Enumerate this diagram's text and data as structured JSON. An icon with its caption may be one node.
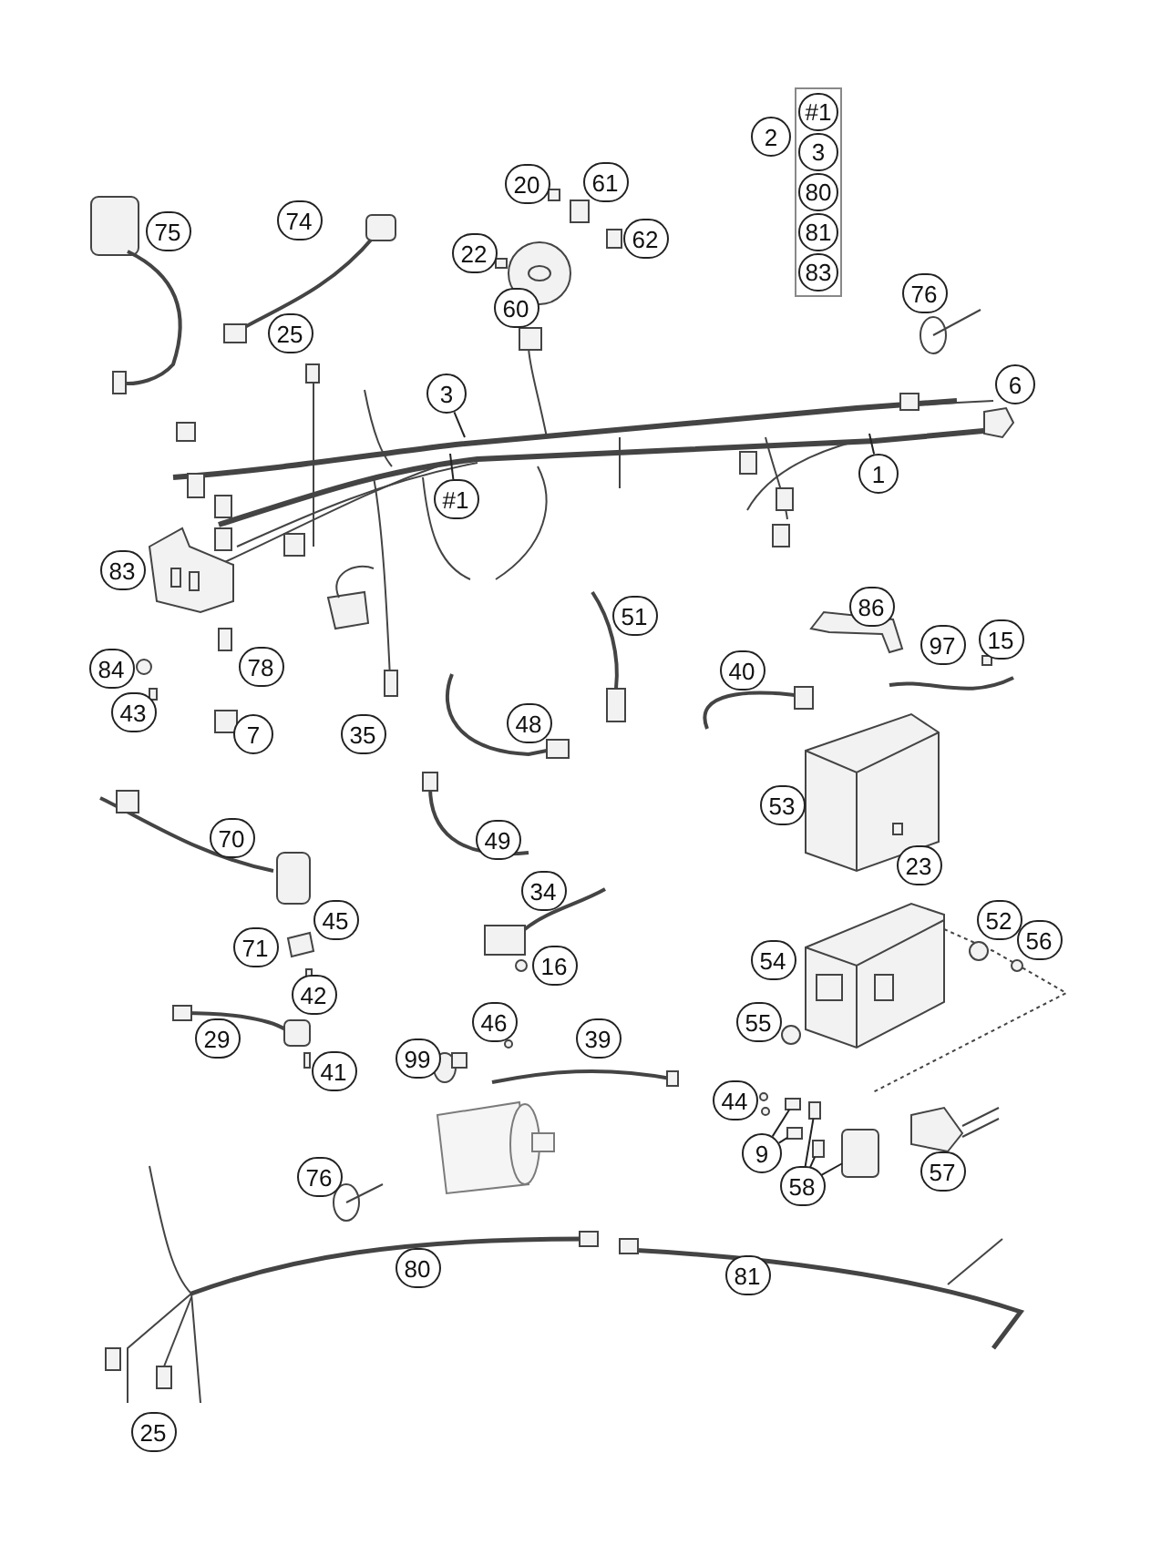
{
  "diagram": {
    "nodes": [
      {
        "text": [],
        "shape": "box"
      },
      {
        "text": [
          "#1"
        ],
        "in": 0
      },
      {
        "text": [
          "3"
        ],
        "in": 0
      },
      {
        "text": [
          "80"
        ],
        "in": 0
      },
      {
        "text": [
          "81"
        ],
        "in": 0
      },
      {
        "text": [
          "83"
        ],
        "in": 0
      },
      {
        "text": [
          "2"
        ]
      },
      {
        "text": [
          "75"
        ]
      },
      {
        "text": [
          "74"
        ]
      },
      {
        "text": [
          "20"
        ]
      },
      {
        "text": [
          "61"
        ]
      },
      {
        "text": [
          "22"
        ]
      },
      {
        "text": [
          "62"
        ]
      },
      {
        "text": [
          "60"
        ]
      },
      {
        "text": [
          "76"
        ]
      },
      {
        "text": [
          "25"
        ]
      },
      {
        "text": [
          "3"
        ]
      },
      {
        "text": [
          "6"
        ]
      },
      {
        "text": [
          "1"
        ]
      },
      {
        "text": [
          "#1"
        ]
      },
      {
        "text": [
          "83"
        ]
      },
      {
        "text": [
          "51"
        ]
      },
      {
        "text": [
          "86"
        ]
      },
      {
        "text": [
          "78"
        ]
      },
      {
        "text": [
          "84"
        ]
      },
      {
        "text": [
          "40"
        ]
      },
      {
        "text": [
          "97"
        ]
      },
      {
        "text": [
          "15"
        ]
      },
      {
        "text": [
          "48"
        ]
      },
      {
        "text": [
          "43"
        ]
      },
      {
        "text": [
          "7"
        ]
      },
      {
        "text": [
          "35"
        ]
      },
      {
        "text": [
          "53"
        ]
      },
      {
        "text": [
          "70"
        ]
      },
      {
        "text": [
          "49"
        ]
      },
      {
        "text": [
          "34"
        ]
      },
      {
        "text": [
          "45"
        ]
      },
      {
        "text": [
          "23"
        ]
      },
      {
        "text": [
          "52"
        ]
      },
      {
        "text": [
          "56"
        ]
      },
      {
        "text": [
          "71"
        ]
      },
      {
        "text": [
          "54"
        ]
      },
      {
        "text": [
          "42"
        ]
      },
      {
        "text": [
          "16"
        ]
      },
      {
        "text": [
          "29"
        ]
      },
      {
        "text": [
          "41"
        ]
      },
      {
        "text": [
          "46"
        ]
      },
      {
        "text": [
          "99"
        ]
      },
      {
        "text": [
          "39"
        ]
      },
      {
        "text": [
          "55"
        ]
      },
      {
        "text": [
          "44"
        ]
      },
      {
        "text": [
          "9"
        ]
      },
      {
        "text": [
          "57"
        ]
      },
      {
        "text": [
          "58"
        ]
      },
      {
        "text": [
          "76"
        ]
      },
      {
        "text": [
          "80"
        ]
      },
      {
        "text": [
          "81"
        ]
      },
      {
        "text": [
          "25"
        ]
      },
      {
        "text": [],
        "shape": "box"
      },
      {
        "text": [],
        "shape": "box"
      },
      {
        "text": [],
        "shape": "box"
      },
      {
        "text": [],
        "shape": "box"
      },
      {
        "text": [],
        "shape": "box"
      }
    ],
    "edges": [
      {
        "from": 16,
        "to": null,
        "arrow": "none"
      },
      {
        "from": 19,
        "to": null,
        "arrow": "none"
      },
      {
        "from": 18,
        "to": null,
        "arrow": "none"
      },
      {
        "from": 51,
        "to": 58,
        "arrow": "none"
      },
      {
        "from": 51,
        "to": 59,
        "arrow": "none"
      },
      {
        "from": 53,
        "to": 60,
        "arrow": "none"
      },
      {
        "from": 53,
        "to": 61,
        "arrow": "none"
      },
      {
        "from": 53,
        "to": 62,
        "arrow": "none"
      }
    ]
  }
}
